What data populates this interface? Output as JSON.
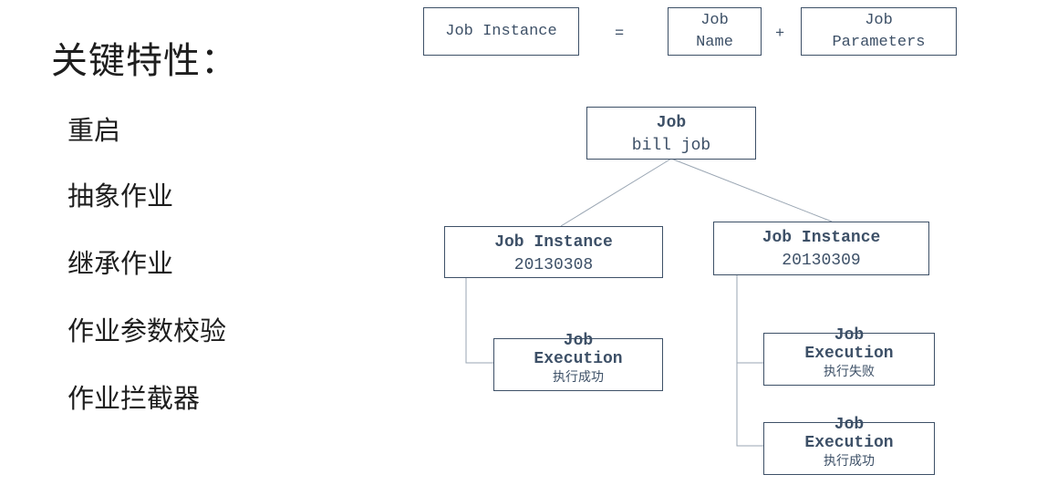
{
  "heading": "关键特性：",
  "features": [
    "重启",
    "抽象作业",
    "继承作业",
    "作业参数校验",
    "作业拦截器"
  ],
  "equation": {
    "left": "Job Instance",
    "equals": "=",
    "middle": [
      "Job",
      "Name"
    ],
    "plus": "+",
    "right": [
      "Job",
      "Parameters"
    ]
  },
  "tree": {
    "root": {
      "title": "Job",
      "name": "bill job"
    },
    "instances": [
      {
        "title": "Job Instance",
        "date": "20130308",
        "executions": [
          {
            "title": [
              "Job",
              "Execution"
            ],
            "status": "执行成功"
          }
        ]
      },
      {
        "title": "Job Instance",
        "date": "20130309",
        "executions": [
          {
            "title": [
              "Job",
              "Execution"
            ],
            "status": "执行失败"
          },
          {
            "title": [
              "Job",
              "Execution"
            ],
            "status": "执行成功"
          }
        ]
      }
    ]
  }
}
